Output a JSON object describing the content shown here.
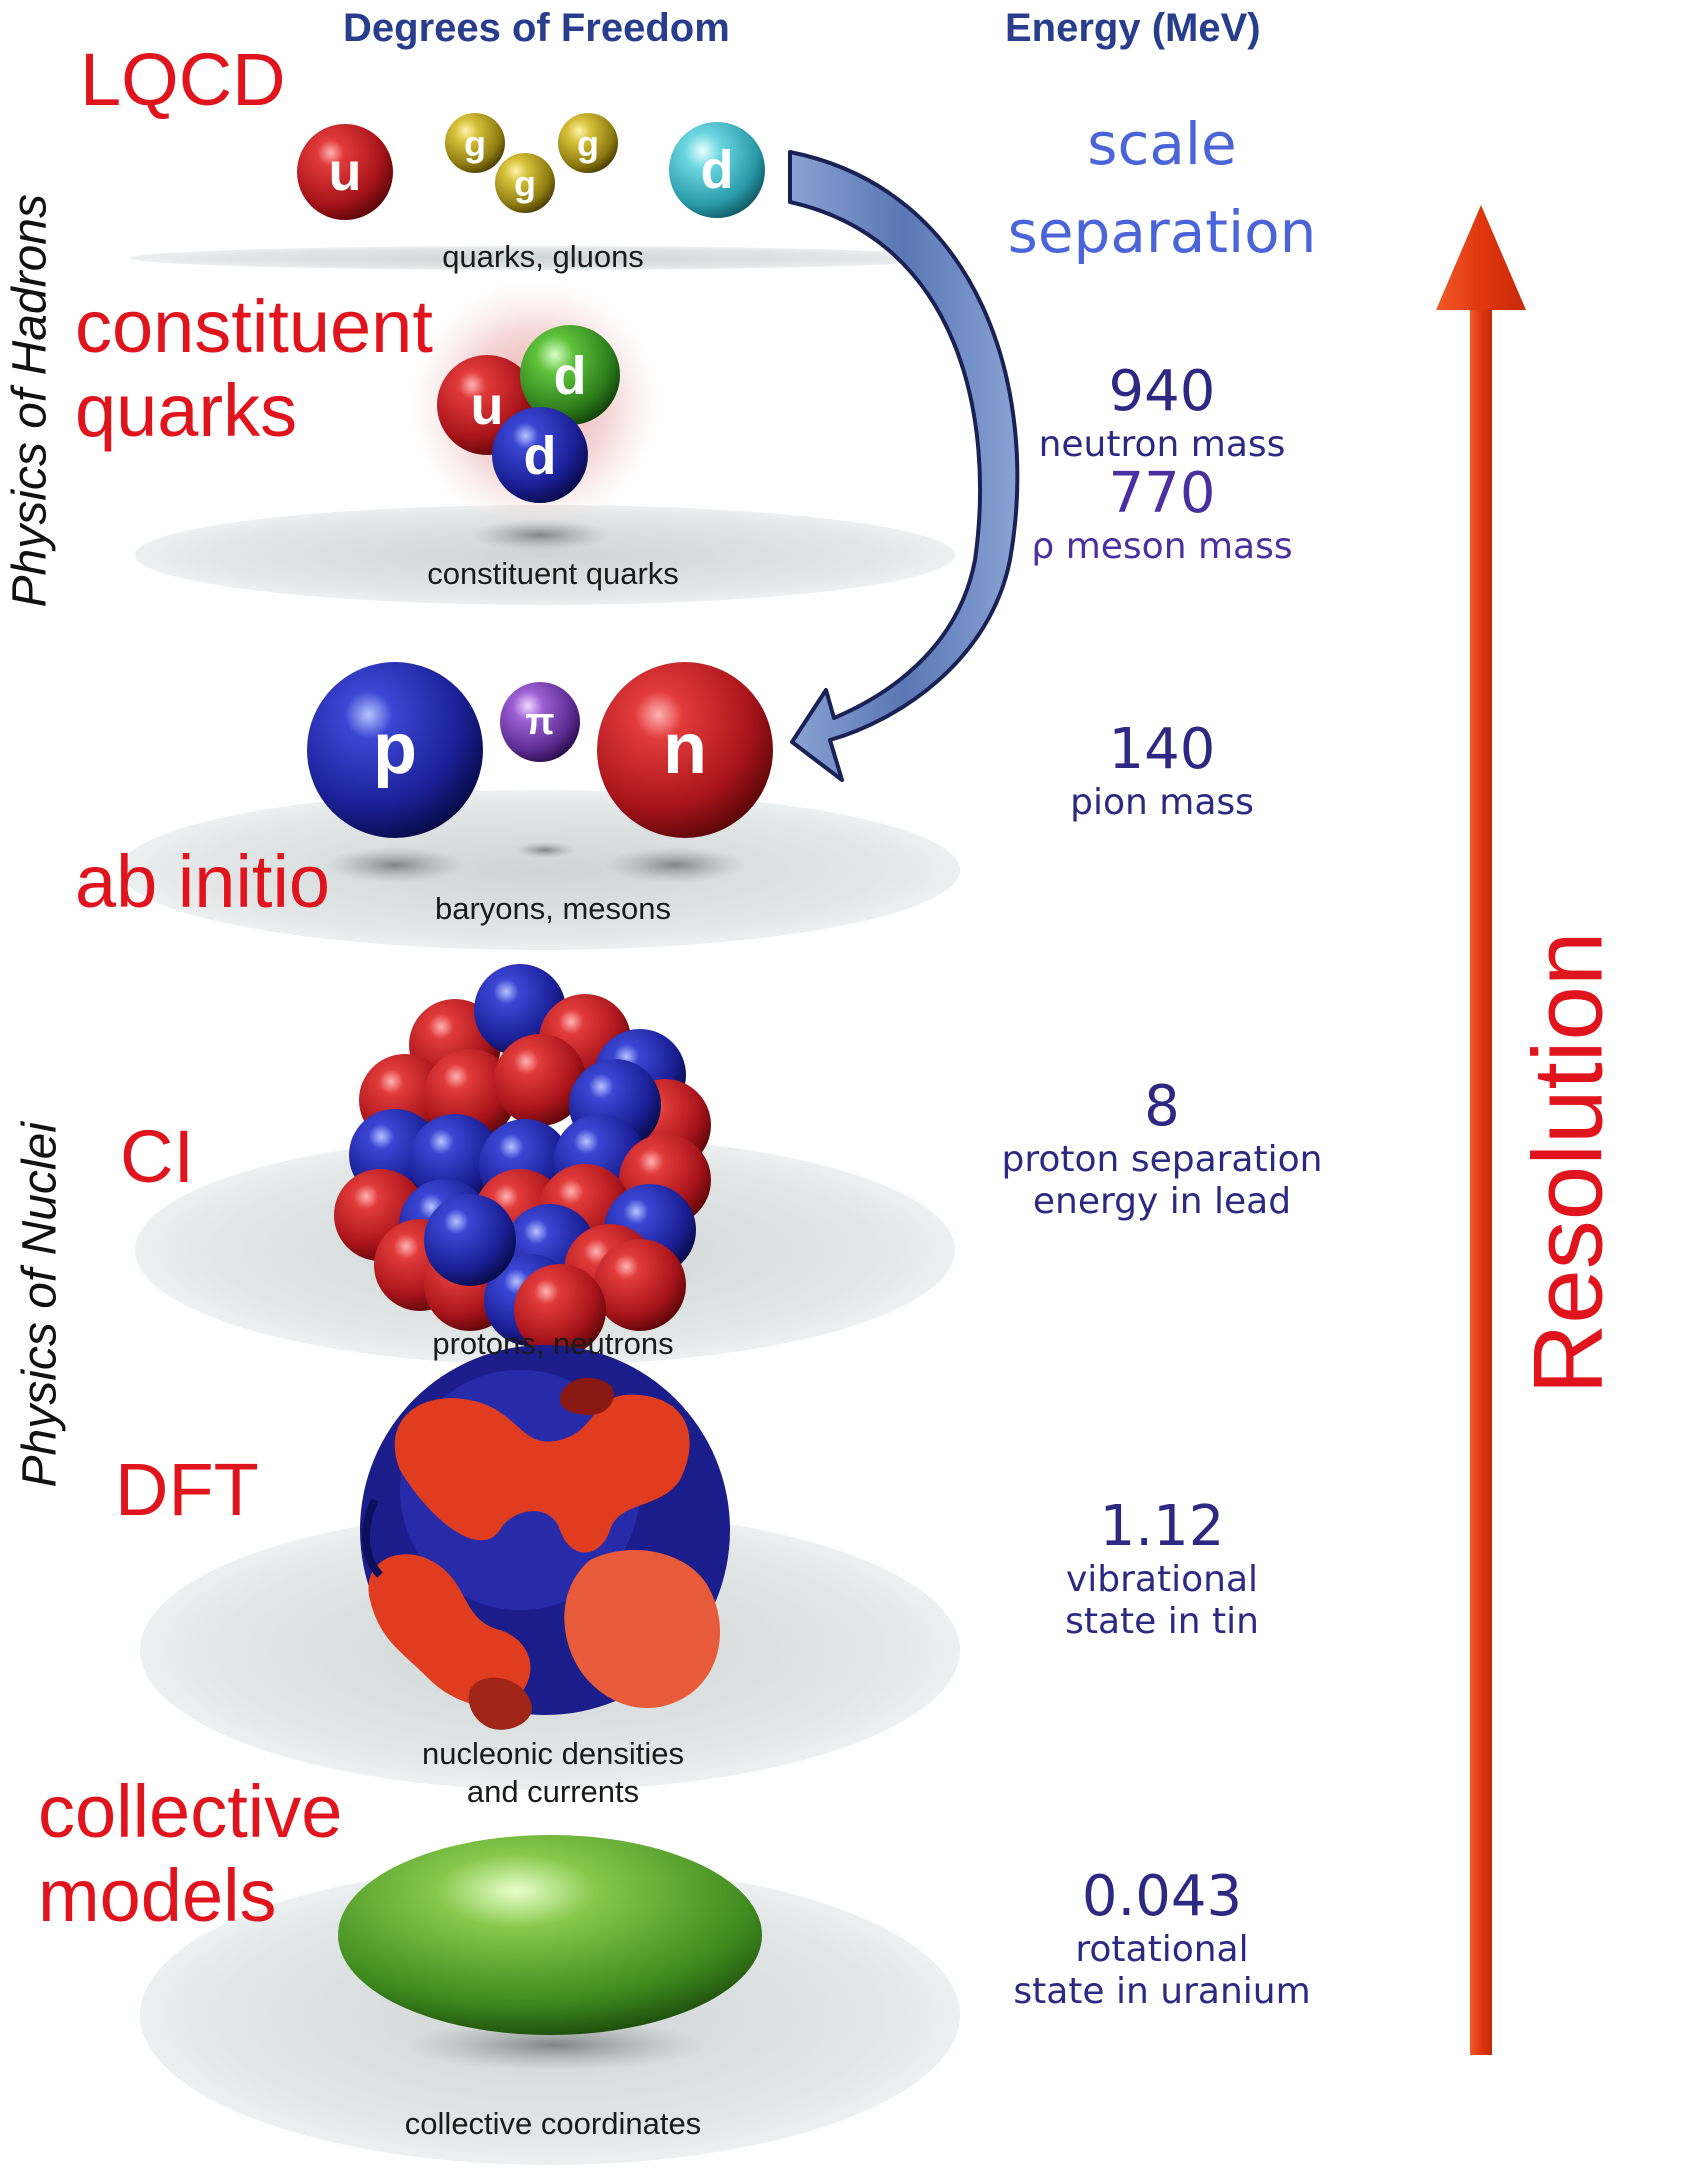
{
  "headers": {
    "degrees_of_freedom": "Degrees of Freedom",
    "energy": "Energy (MeV)"
  },
  "side_labels": {
    "hadrons": "Physics of Hadrons",
    "nuclei": "Physics of Nuclei",
    "resolution": "Resolution"
  },
  "scale_separation": {
    "line1": "scale",
    "line2": "separation"
  },
  "levels": [
    {
      "method": "LQCD",
      "caption": "quarks, gluons"
    },
    {
      "method_line1": "constituent",
      "method_line2": "quarks",
      "caption": "constituent quarks",
      "energies": [
        {
          "value": "940",
          "desc": "neutron mass"
        },
        {
          "value": "770",
          "desc": "ρ meson mass"
        }
      ]
    },
    {
      "method": "ab initio",
      "caption": "baryons, mesons",
      "energies": [
        {
          "value": "140",
          "desc": "pion mass"
        }
      ]
    },
    {
      "method": "CI",
      "caption": "protons, neutrons",
      "energies": [
        {
          "value": "8",
          "desc_line1": "proton separation",
          "desc_line2": "energy in lead"
        }
      ]
    },
    {
      "method": "DFT",
      "caption_line1": "nucleonic densities",
      "caption_line2": "and currents",
      "energies": [
        {
          "value": "1.12",
          "desc_line1": "vibrational",
          "desc_line2": "state in tin"
        }
      ]
    },
    {
      "method_line1": "collective",
      "method_line2": "models",
      "caption": "collective coordinates",
      "energies": [
        {
          "value": "0.043",
          "desc_line1": "rotational",
          "desc_line2": "state in uranium"
        }
      ]
    }
  ],
  "particles": {
    "u": "u",
    "g": "g",
    "d": "d",
    "p": "p",
    "n": "n",
    "pi": "π"
  },
  "colors": {
    "method_red": "#e0141c",
    "header_blue": "#283d8c",
    "energy_navy": "#2d2882",
    "scale_blue": "#4b65d8",
    "arrow_red": "#e0360e",
    "curved_arrow": "#6d86b8"
  }
}
